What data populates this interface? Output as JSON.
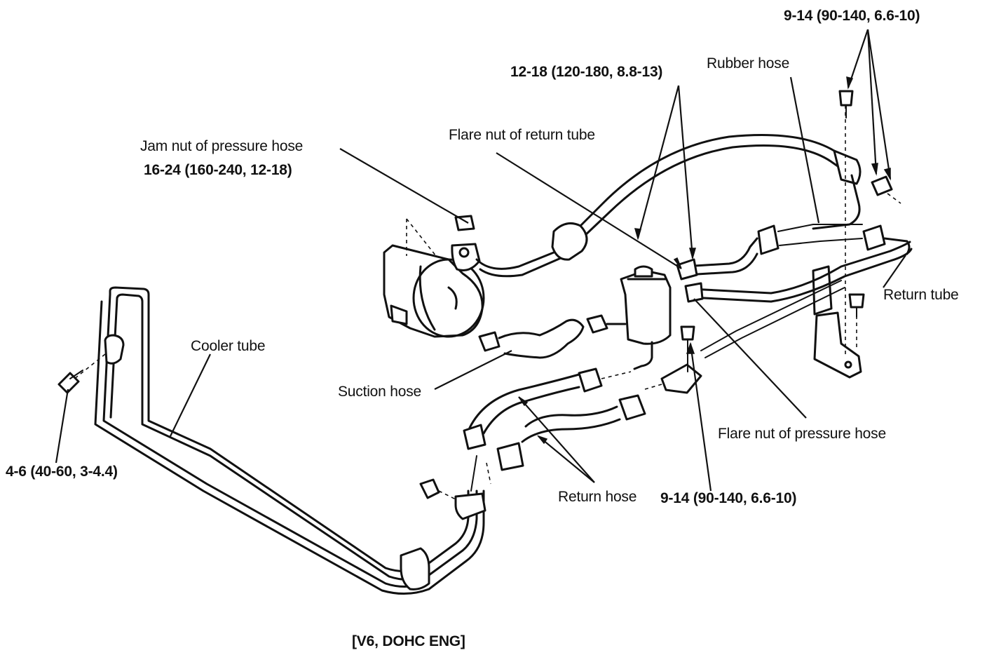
{
  "labels": {
    "torque_top_right": "9-14 (90-140, 6.6-10)",
    "rubber_hose": "Rubber hose",
    "torque_12_18": "12-18 (120-180, 8.8-13)",
    "flare_nut_return": "Flare nut of return tube",
    "jam_nut": "Jam nut of pressure hose",
    "torque_16_24": "16-24 (160-240, 12-18)",
    "return_tube": "Return tube",
    "cooler_tube": "Cooler tube",
    "suction_hose": "Suction hose",
    "flare_nut_pressure": "Flare nut of pressure hose",
    "torque_4_6": "4-6 (40-60, 3-4.4)",
    "return_hose": "Return hose",
    "torque_bottom": "9-14 (90-140, 6.6-10)",
    "caption": "[V6, DOHC ENG]"
  }
}
